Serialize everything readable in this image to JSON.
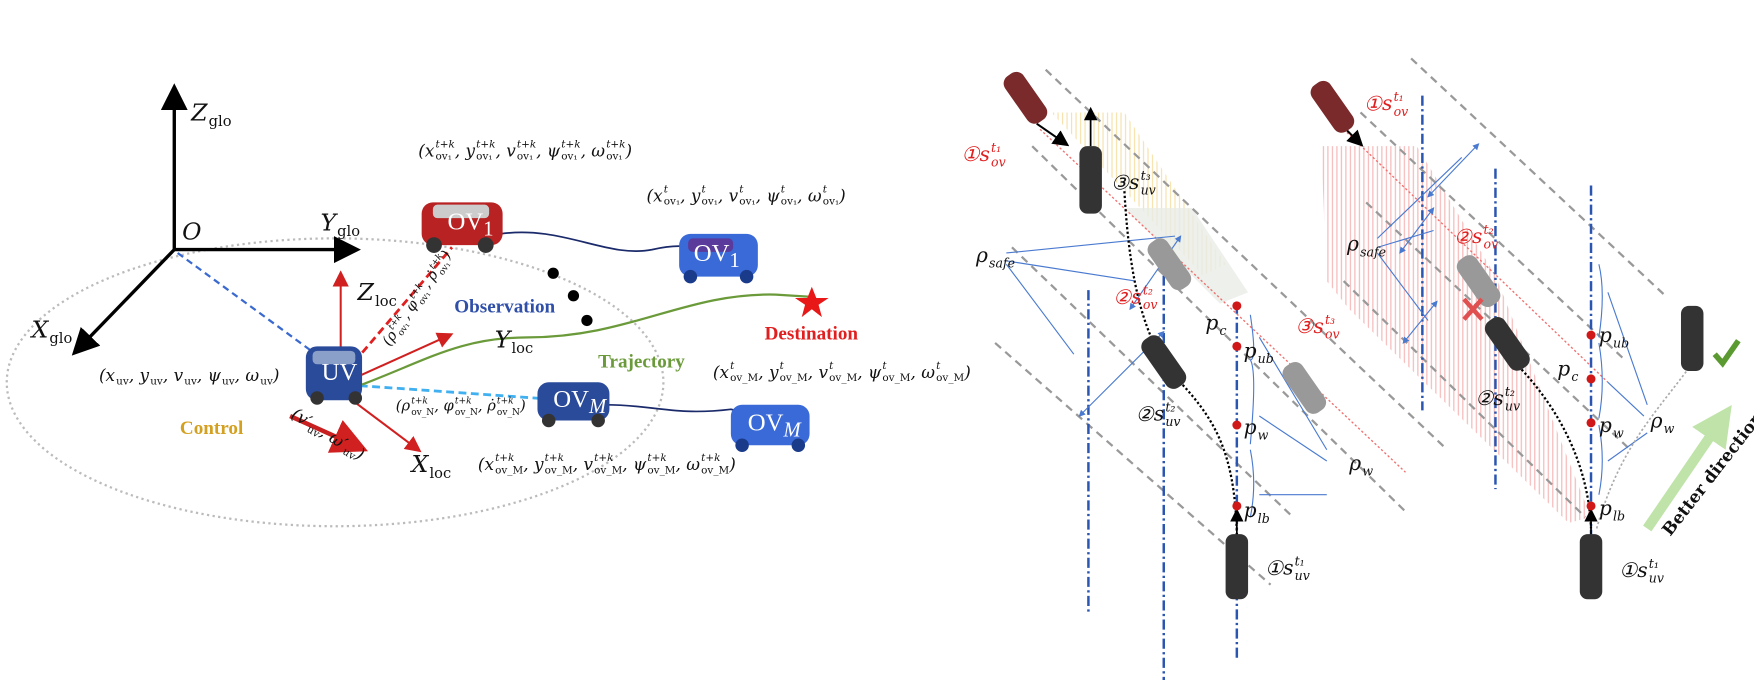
{
  "left_panel": {
    "axes": {
      "z_glo": [
        [
          "Z",
          "glo"
        ]
      ],
      "y_glo": [
        [
          "Y",
          "glo"
        ]
      ],
      "x_glo": [
        [
          "X",
          "glo"
        ]
      ],
      "origin": "O",
      "z_loc": [
        [
          "Z",
          "loc"
        ]
      ],
      "y_loc": [
        [
          "Y",
          "loc"
        ]
      ],
      "x_loc": [
        [
          "X",
          "loc"
        ]
      ]
    },
    "cars": {
      "uv": "UV",
      "ov1": "OV",
      "ov1_sub": "1",
      "ovm": "OV",
      "ovm_sub": "M"
    },
    "words": {
      "observation": "Observation",
      "trajectory": "Trajectory",
      "destination": "Destination",
      "control": "Control"
    },
    "colors": {
      "observation": "#2f4fa8",
      "trajectory": "#6a9a3a",
      "destination": "#e02020",
      "control": "#d4a020"
    },
    "states": {
      "uv": [
        [
          "(x",
          "uv"
        ],
        [
          ", y",
          "uv"
        ],
        [
          ", v",
          "uv"
        ],
        [
          ", ψ",
          "uv"
        ],
        [
          ", ω",
          "uv"
        ],
        [
          ")"
        ]
      ],
      "ov1_future": [
        [
          "(x",
          "ov₁",
          "t+k"
        ],
        [
          ", y",
          "ov₁",
          "t+k"
        ],
        [
          ", v",
          "ov₁",
          "t+k"
        ],
        [
          ", ψ",
          "ov₁",
          "t+k"
        ],
        [
          ", ω",
          "ov₁",
          "t+k"
        ],
        [
          ")"
        ]
      ],
      "ov1_now": [
        [
          "(x",
          "ov₁",
          "t"
        ],
        [
          ", y",
          "ov₁",
          "t"
        ],
        [
          ", v",
          "ov₁",
          "t"
        ],
        [
          ", ψ",
          "ov₁",
          "t"
        ],
        [
          ", ω",
          "ov₁",
          "t"
        ],
        [
          ")"
        ]
      ],
      "ovm_now": [
        [
          "(x",
          "ov_M",
          "t"
        ],
        [
          ", y",
          "ov_M",
          "t"
        ],
        [
          ", v",
          "ov_M",
          "t"
        ],
        [
          ", ψ",
          "ov_M",
          "t"
        ],
        [
          ", ω",
          "ov_M",
          "t"
        ],
        [
          ")"
        ]
      ],
      "ovm_future": [
        [
          "(x",
          "ov_M",
          "t+k"
        ],
        [
          ", y",
          "ov_M",
          "t+k"
        ],
        [
          ", v",
          "ov_M",
          "t+k"
        ],
        [
          ", ψ",
          "ov_M",
          "t+k"
        ],
        [
          ", ω",
          "ov_M",
          "t+k"
        ],
        [
          ")"
        ]
      ],
      "obs_ov1": [
        [
          "(ρ",
          "ov₁",
          "t+k"
        ],
        [
          ", φ",
          "ov₁",
          "t+k"
        ],
        [
          ", ρ̇",
          "ov₁",
          "t+k"
        ],
        [
          ")"
        ]
      ],
      "obs_ovn": [
        [
          "(ρ",
          "ov_N",
          "t+k"
        ],
        [
          ", φ",
          "ov_N",
          "t+k"
        ],
        [
          ", ρ̇",
          "ov_N",
          "t+k"
        ],
        [
          ")"
        ]
      ],
      "control": [
        [
          "(v′",
          "uv"
        ],
        [
          ", ω′",
          "uv"
        ],
        [
          ")"
        ]
      ]
    }
  },
  "right_panel": {
    "left_scene": {
      "s_ov_t1": {
        "num": "①",
        "label": [
          [
            "s",
            "ov",
            "t₁"
          ]
        ]
      },
      "s_uv_t3": {
        "num": "③",
        "label": [
          [
            "s",
            "uv",
            "t₃"
          ]
        ]
      },
      "s_ov_t2": {
        "num": "②",
        "label": [
          [
            "s",
            "ov",
            "t₂"
          ]
        ]
      },
      "s_ov_t3": {
        "num": "③",
        "label": [
          [
            "s",
            "ov",
            "t₃"
          ]
        ]
      },
      "s_uv_t2": {
        "num": "②",
        "label": [
          [
            "s",
            "uv",
            "t₂"
          ]
        ]
      },
      "s_uv_t1": {
        "num": "①",
        "label": [
          [
            "s",
            "uv",
            "t₁"
          ]
        ]
      },
      "rho_safe": [
        [
          "ρ",
          "safe"
        ]
      ],
      "rho_w": [
        [
          "ρ",
          "w"
        ]
      ],
      "p_c": [
        [
          "p",
          "c"
        ]
      ],
      "p_ub": [
        [
          "p",
          "ub"
        ]
      ],
      "p_w": [
        [
          "p",
          "w"
        ]
      ],
      "p_lb": [
        [
          "p",
          "lb"
        ]
      ]
    },
    "right_scene": {
      "s_ov_t1": {
        "num": "①",
        "label": [
          [
            "s",
            "ov",
            "t₁"
          ]
        ]
      },
      "s_ov_t2": {
        "num": "②",
        "label": [
          [
            "s",
            "ov",
            "t₂"
          ]
        ]
      },
      "s_uv_t2": {
        "num": "②",
        "label": [
          [
            "s",
            "uv",
            "t₂"
          ]
        ]
      },
      "s_uv_t1": {
        "num": "①",
        "label": [
          [
            "s",
            "uv",
            "t₁"
          ]
        ]
      },
      "rho_safe": [
        [
          "ρ",
          "safe"
        ]
      ],
      "rho_w": [
        [
          "ρ",
          "w"
        ]
      ],
      "p_ub": [
        [
          "p",
          "ub"
        ]
      ],
      "p_c": [
        [
          "p",
          "c"
        ]
      ],
      "p_w": [
        [
          "p",
          "w"
        ]
      ],
      "p_lb": [
        [
          "p",
          "lb"
        ]
      ],
      "better_direction": "Better direction"
    },
    "colors": {
      "ov_label": "#e02020",
      "lane_dashdot": "#2a55b0",
      "collision": "#e05050",
      "check": "#5a9a30",
      "arrow": "#b8e0a0"
    }
  }
}
